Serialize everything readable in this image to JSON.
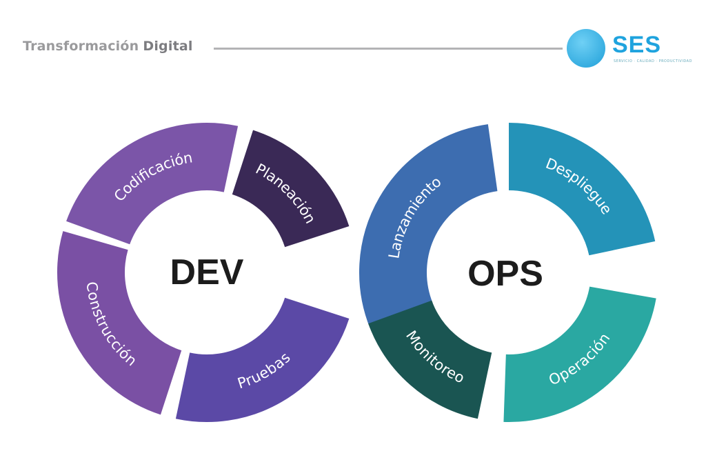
{
  "header": {
    "title_light": "Transformación",
    "title_bold": "Digital"
  },
  "logo": {
    "name": "SES",
    "tagline": "SERVICIO · CALIDAD · PRODUCTIVIDAD"
  },
  "diagram": {
    "left_label": "DEV",
    "right_label": "OPS",
    "segments": [
      {
        "label": "Codificación",
        "ring": "dev",
        "color": "#7b55a8"
      },
      {
        "label": "Planeación",
        "ring": "dev",
        "color": "#3a2956"
      },
      {
        "label": "Construcción",
        "ring": "dev",
        "color": "#7a50a4"
      },
      {
        "label": "Pruebas",
        "ring": "dev",
        "color": "#5b49a6"
      },
      {
        "label": "Lanzamiento",
        "ring": "ops",
        "color": "#3d6db0"
      },
      {
        "label": "Despliegue",
        "ring": "ops",
        "color": "#2493b8"
      },
      {
        "label": "Operación",
        "ring": "ops",
        "color": "#2aa8a2"
      },
      {
        "label": "Monitoreo",
        "ring": "ops",
        "color": "#1a5552"
      }
    ]
  }
}
